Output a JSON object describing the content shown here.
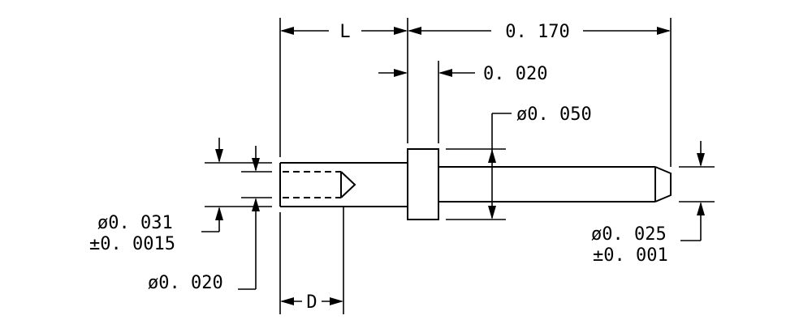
{
  "dimensions": {
    "length_label": "L",
    "overall_length": "0. 170",
    "flange_thickness": "0. 020",
    "flange_diameter": "ø0. 050",
    "tail_diameter_line1": "ø0. 025",
    "tail_diameter_line2": "±0. 001",
    "socket_od_line1": "ø0. 031",
    "socket_od_line2": "±0. 0015",
    "hole_diameter": "ø0. 020",
    "depth_label": "D"
  },
  "colors": {
    "line": "#000000",
    "background": "#ffffff"
  }
}
